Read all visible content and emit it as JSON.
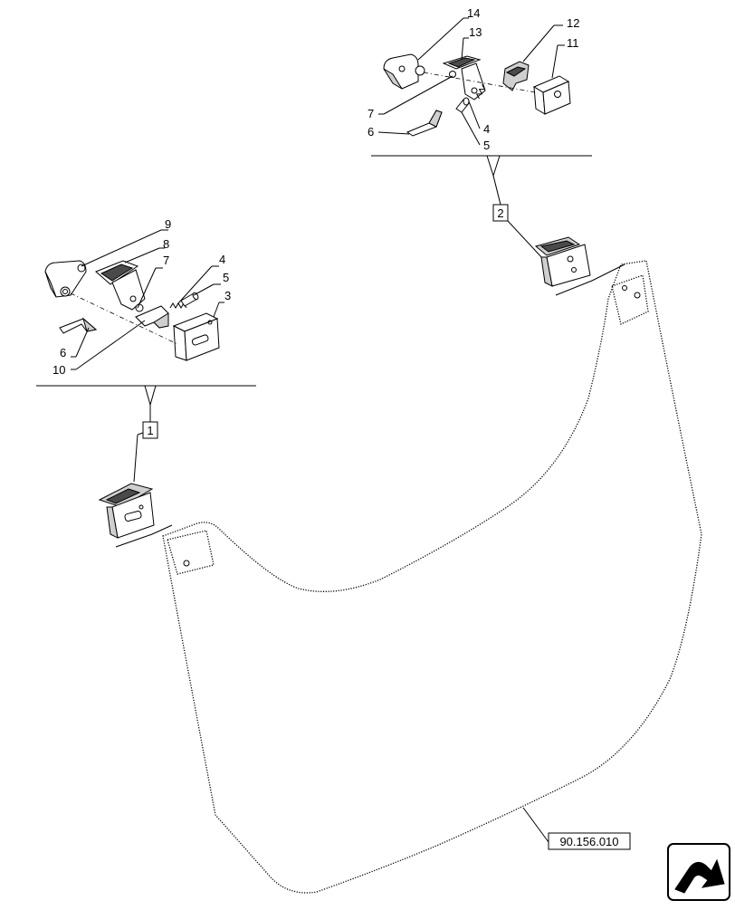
{
  "callouts": {
    "c1": "1",
    "c2": "2",
    "c3": "3",
    "c4a": "4",
    "c5a": "5",
    "c6a": "6",
    "c7a": "7",
    "c8": "8",
    "c9": "9",
    "c10": "10",
    "c11": "11",
    "c12": "12",
    "c13": "13",
    "c14": "14",
    "c4b": "4",
    "c5b": "5",
    "c6b": "6",
    "c7b": "7"
  },
  "reference": "90.156.010",
  "nav_icon": "arrow-bent-icon"
}
